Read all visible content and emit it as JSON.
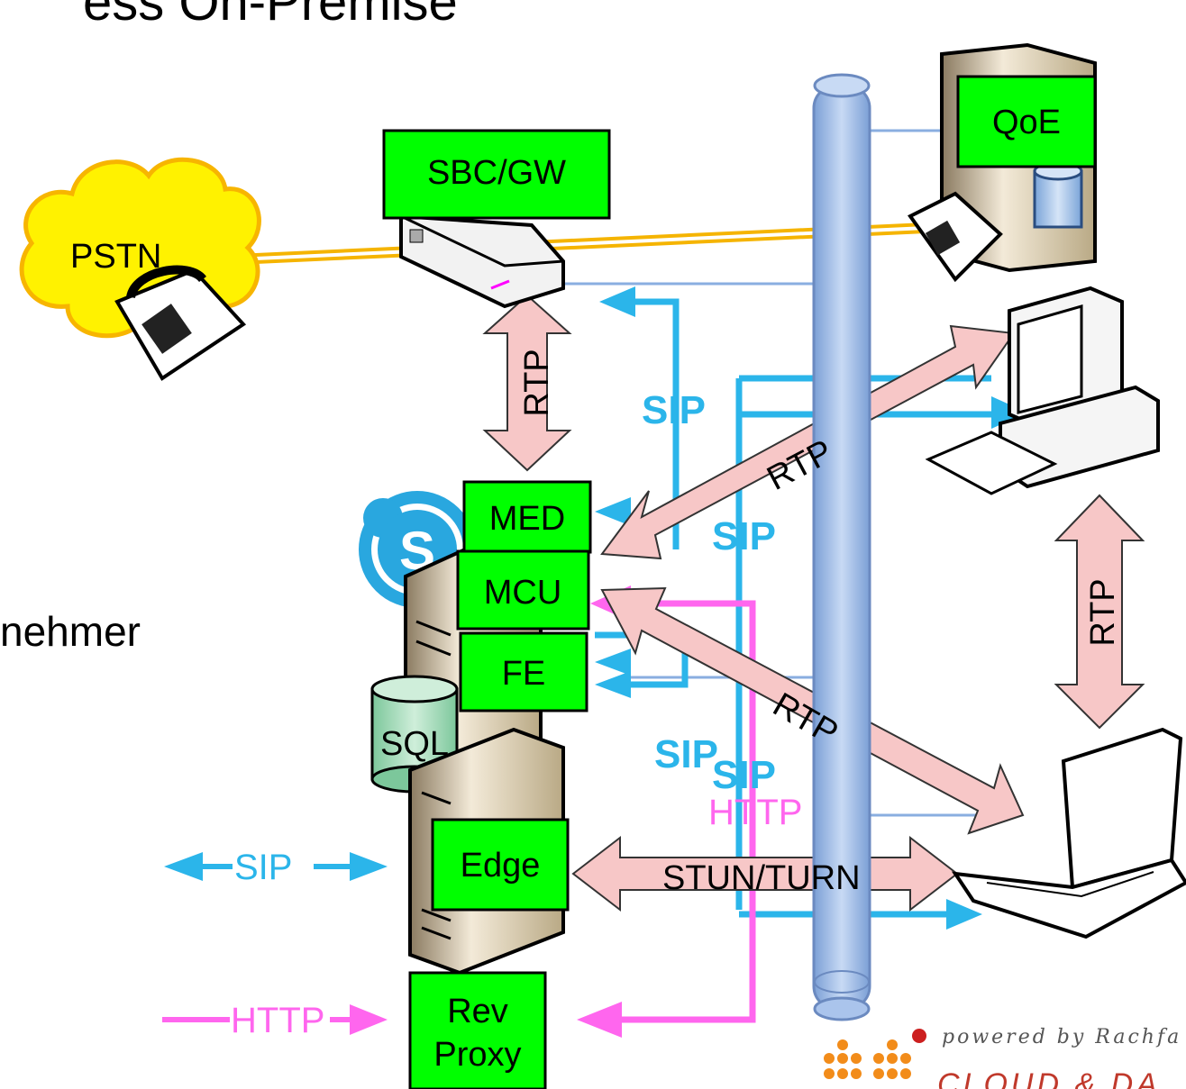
{
  "title_fragment": "ess On-Premise",
  "side_text": "nehmer",
  "components": {
    "pstn": "PSTN",
    "sbc": "SBC/GW",
    "qoe": "QoE",
    "med": "MED",
    "mcu": "MCU",
    "fe": "FE",
    "sql": "SQL",
    "edge": "Edge",
    "rev_proxy_line1": "Rev",
    "rev_proxy_line2": "Proxy"
  },
  "protocols": {
    "rtp_sbc": "RTP",
    "rtp_client": "RTP",
    "rtp_diag_upper": "RTP",
    "rtp_diag_lower": "RTP",
    "sip_upper": "SIP",
    "sip_mid": "SIP",
    "sip_lower1": "SIP",
    "sip_lower2": "SIP",
    "http_mid": "HTTP",
    "stun": "STUN/TURN",
    "ext_sip": "SIP",
    "ext_http": "HTTP"
  },
  "footer": {
    "powered": "powered by Rachfa",
    "brand": "CLOUD & DA"
  },
  "colors": {
    "green_box": "#00ff00",
    "sip_blue": "#2bb5ea",
    "http_magenta": "#ff66ee",
    "rtp_pink": "#f7c7c7",
    "bus_blue": "#8aaee0",
    "pstn_yellow": "#fff200",
    "orange_line": "#f5b400"
  }
}
